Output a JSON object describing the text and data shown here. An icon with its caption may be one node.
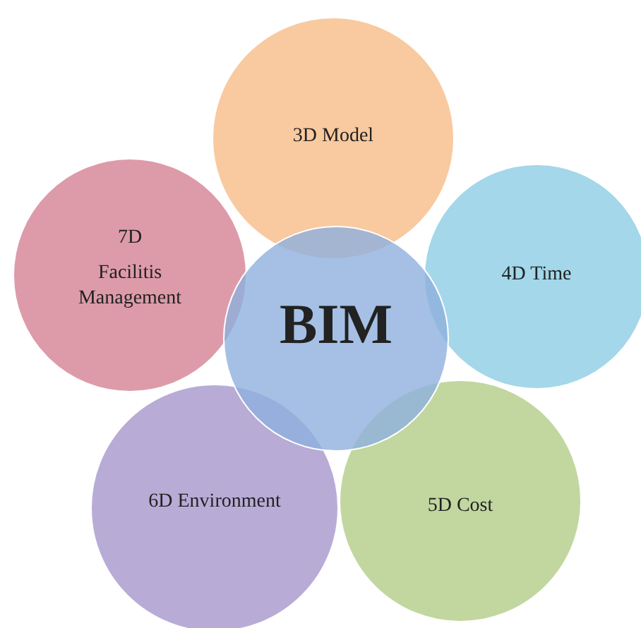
{
  "diagram": {
    "nodes": [
      {
        "text": [
          "BIM"
        ]
      },
      {
        "text": [
          "3D Model"
        ]
      },
      {
        "text": [
          "4D Time"
        ]
      },
      {
        "text": [
          "5D Cost"
        ]
      },
      {
        "text": [
          "6D Environment"
        ]
      },
      {
        "text": [
          "7D",
          "Facilitis Management"
        ]
      }
    ]
  }
}
